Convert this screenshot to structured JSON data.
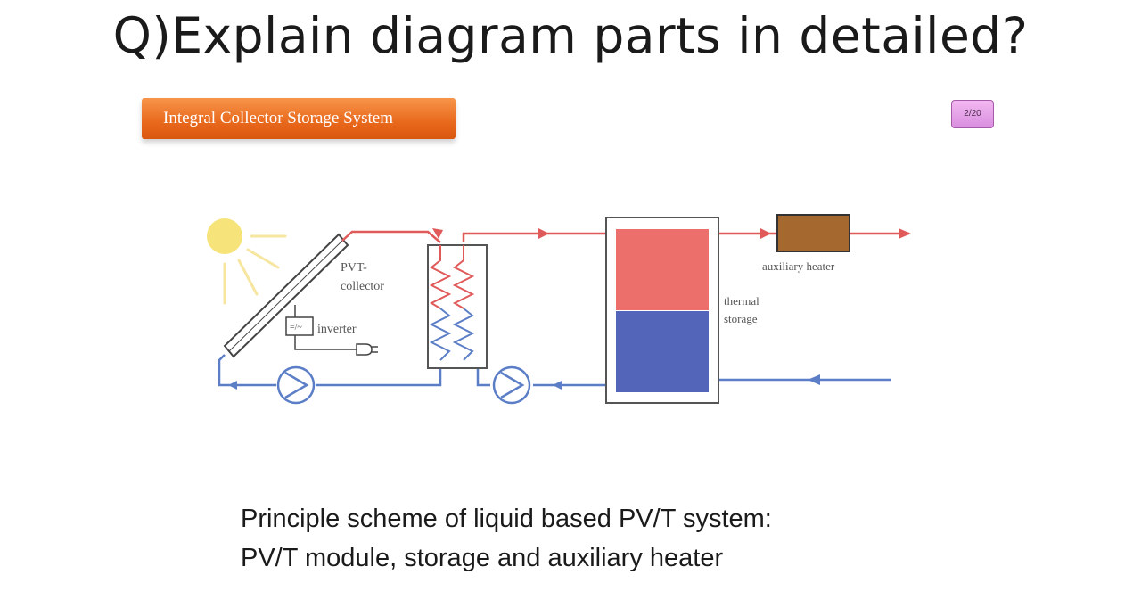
{
  "question": "Q)Explain diagram parts in detailed?",
  "section_title": "Integral Collector Storage System",
  "page_indicator": "2/20",
  "diagram": {
    "labels": {
      "pvt_line1": "PVT-",
      "pvt_line2": "collector",
      "inverter": "inverter",
      "inverter_symbol": "=/~",
      "auxiliary_heater": "auxiliary heater",
      "thermal_line1": "thermal",
      "thermal_line2": "storage"
    },
    "colors": {
      "hot": "#e05a5a",
      "cold": "#5b7ec7",
      "sun": "#f6e37a",
      "tank_hot": "#ec6f6c",
      "tank_cold": "#5265b8",
      "heater": "#a5692f"
    }
  },
  "caption": {
    "line1": "Principle scheme of liquid based PV/T system:",
    "line2": "PV/T module, storage and auxiliary heater"
  }
}
